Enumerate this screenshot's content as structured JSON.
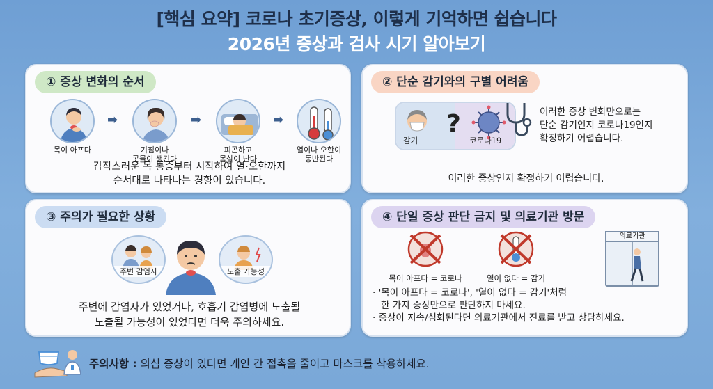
{
  "header": {
    "title": "[핵심 요약] 코로나 초기증상, 이렇게 기억하면 쉽습니다",
    "subtitle": "2026년 증상과 검사 시기 알아보기"
  },
  "card1": {
    "heading": "① 증상 변화의 순서",
    "steps": [
      {
        "label": "목이 아프다",
        "icon": "sore-throat-person-icon"
      },
      {
        "label": "기침이나\n콧물이 생긴다",
        "icon": "coughing-person-icon"
      },
      {
        "label": "피곤하고\n몸살이 난다",
        "icon": "tired-person-in-bed-icon"
      },
      {
        "label": "열이나 오한이\n동반된다",
        "icon": "thermometer-icon"
      }
    ],
    "description_line1": "갑작스러운 목 통증부터 시작하여 열·오한까지",
    "description_line2": "순서대로 나타나는 경향이 있습니다."
  },
  "card2": {
    "heading": "② 단순 감기와의 구별 어려움",
    "compare_left": "감기",
    "compare_right": "코로나19",
    "compare_mark": "?",
    "side_line1": "이러한 증상 변화만으로는",
    "side_line2": "단순 감기인지 코로나19인지",
    "side_line3": "확정하기 어렵습니다.",
    "bottom": "이러한 증상인지 확정하기 어렵습니다."
  },
  "card3": {
    "heading": "③ 주의가 필요한 상황",
    "bubble_left": "주변 감염자",
    "bubble_right": "노출 가능성",
    "description_line1": "주변에 감염자가 있었거나, 호흡기 감염병에 노출될",
    "description_line2": "노출될 가능성이 있었다면 더욱 주의하세요."
  },
  "card4": {
    "heading": "④ 단일 증상 판단 금지 및 의료기관 방문",
    "no_left": "목이 아프다 = 코로나",
    "no_right": "열이 없다 = 감기",
    "hospital_sign": "의료기관",
    "bullet1_line1": "· '목이 아프다 = 코로나', '열이 없다 = 감기'처럼",
    "bullet1_line2": "한 가지 증상만으로 판단하지 마세요.",
    "bullet2": "· 증상이 지속/심화된다면 의료기관에서 진료를 받고 상담하세요."
  },
  "footer": {
    "label": "주의사항 :",
    "text": "의심 증상이 있다면 개인 간 접촉을 줄이고 마스크를 착용하세요."
  },
  "colors": {
    "background": "#7aa8d8",
    "pill_green": "#cfe8c6",
    "pill_peach": "#f9d5c4",
    "pill_blue": "#cbdcf2",
    "pill_lavender": "#dcd4f0",
    "no_mark": "#c0392b"
  }
}
